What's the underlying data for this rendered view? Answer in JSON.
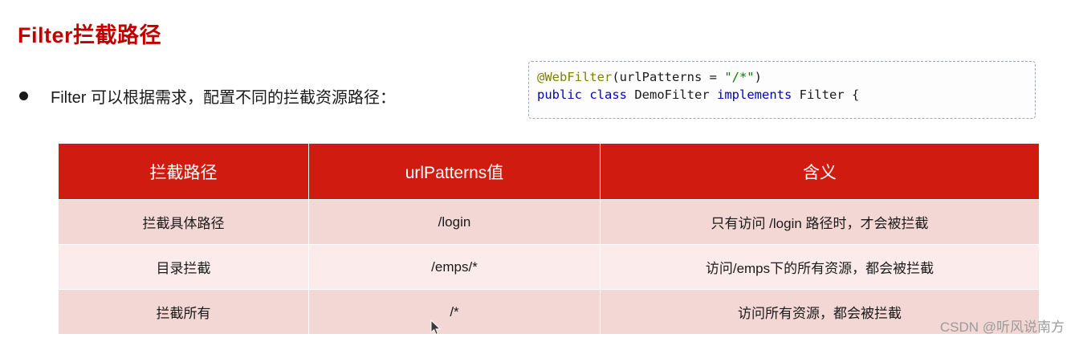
{
  "slide": {
    "title": "Filter拦截路径",
    "bullet_text": "Filter 可以根据需求，配置不同的拦截资源路径："
  },
  "code": {
    "line1": {
      "annotation": "@WebFilter",
      "open_paren": "(urlPatterns = ",
      "string": "\"/*\"",
      "close_paren": ")"
    },
    "line2": {
      "kw_public": "public",
      "kw_class": "class",
      "name": " DemoFilter ",
      "kw_implements": "implements",
      "rest": " Filter {"
    }
  },
  "table": {
    "headers": [
      "拦截路径",
      "urlPatterns值",
      "含义"
    ],
    "rows": [
      [
        "拦截具体路径",
        "/login",
        "只有访问 /login 路径时，才会被拦截"
      ],
      [
        "目录拦截",
        "/emps/*",
        "访问/emps下的所有资源，都会被拦截"
      ],
      [
        "拦截所有",
        "/*",
        "访问所有资源，都会被拦截"
      ]
    ]
  },
  "watermark": "CSDN @听风说南方",
  "colors": {
    "title_red": "#c00000",
    "header_red": "#d01c10",
    "row_dark": "#f2d7d5",
    "row_light": "#fbeceb"
  }
}
